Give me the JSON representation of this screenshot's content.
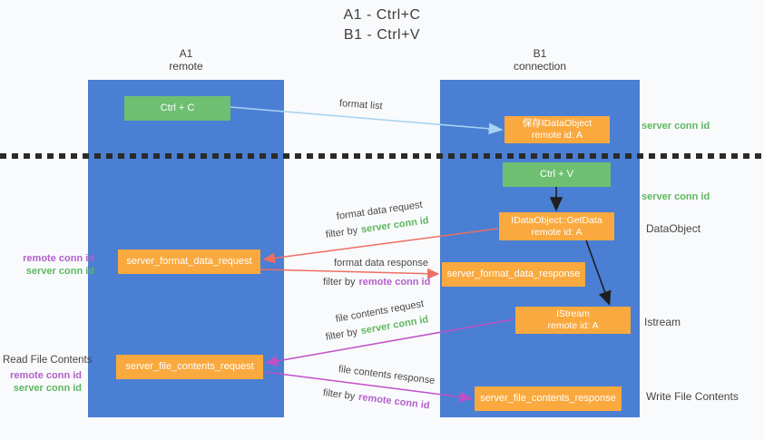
{
  "title": {
    "line1": "A1 - Ctrl+C",
    "line2": "B1 - Ctrl+V"
  },
  "lanes": {
    "left": {
      "name": "A1",
      "role": "remote"
    },
    "right": {
      "name": "B1",
      "role": "connection"
    }
  },
  "nodes": {
    "ctrl_c": {
      "label": "Ctrl + C"
    },
    "save_idataobject": {
      "line1": "保存IDataObject",
      "line2": "remote id: A"
    },
    "ctrl_v": {
      "label": "Ctrl + V"
    },
    "getdata": {
      "line1": "IDataObject::GetData",
      "line2": "remote id: A"
    },
    "format_request": {
      "label": "server_format_data_request"
    },
    "format_response": {
      "label": "server_format_data_response"
    },
    "istream": {
      "line1": "IStream",
      "line2": "remote id: A"
    },
    "file_request": {
      "label": "server_file_contents_request"
    },
    "file_response": {
      "label": "server_file_contents_response"
    }
  },
  "edge_labels": {
    "format_list": "format list",
    "format_data_request": "format data request",
    "format_data_response": "format data response",
    "file_contents_request": "file contents request",
    "file_contents_response": "file contents response",
    "filter_by": "filter by",
    "server_conn_id": "server conn id",
    "remote_conn_id": "remote conn id"
  },
  "side_labels": {
    "server_conn_id": "server conn id",
    "remote_conn_id": "remote conn id",
    "dataobject": "DataObject",
    "istream": "Istream",
    "read_file_contents": "Read File Contents",
    "write_file_contents": "Write File Contents"
  },
  "colors": {
    "lane_blue": "#4a7fd3",
    "node_green": "#6fbf72",
    "node_orange": "#f9a93e",
    "arrow_light_blue": "#a6d3f2",
    "arrow_red": "#ee6e63",
    "arrow_magenta": "#c04fc8",
    "arrow_black": "#1f1f1f",
    "text_green": "#5cb85f",
    "text_purple": "#b45fc9",
    "text_dark": "#404040"
  }
}
